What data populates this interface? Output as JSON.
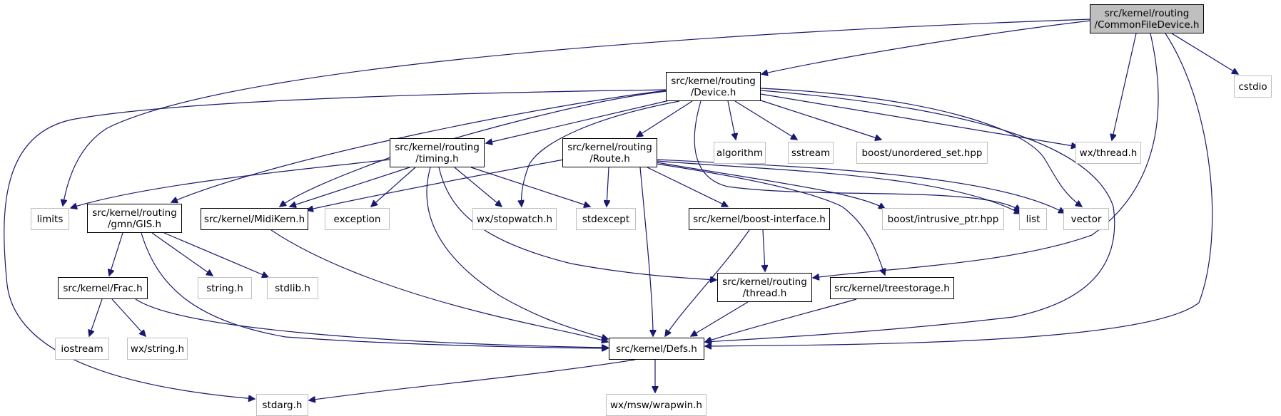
{
  "graph": {
    "edge_color": "#191970",
    "nodes": [
      {
        "id": "common",
        "label": "src/kernel/routing\n/CommonFileDevice.h",
        "kind": "current"
      },
      {
        "id": "device",
        "label": "src/kernel/routing\n/Device.h",
        "kind": "project"
      },
      {
        "id": "cstdio",
        "label": "cstdio",
        "kind": "external"
      },
      {
        "id": "timing",
        "label": "src/kernel/routing\n/timing.h",
        "kind": "project"
      },
      {
        "id": "route",
        "label": "src/kernel/routing\n/Route.h",
        "kind": "project"
      },
      {
        "id": "algorithm",
        "label": "algorithm",
        "kind": "external"
      },
      {
        "id": "sstream",
        "label": "sstream",
        "kind": "external"
      },
      {
        "id": "unordered",
        "label": "boost/unordered_set.hpp",
        "kind": "external"
      },
      {
        "id": "wxthread",
        "label": "wx/thread.h",
        "kind": "external"
      },
      {
        "id": "limits",
        "label": "limits",
        "kind": "external"
      },
      {
        "id": "gis",
        "label": "src/kernel/routing\n/gmn/GIS.h",
        "kind": "project"
      },
      {
        "id": "midikern",
        "label": "src/kernel/MidiKern.h",
        "kind": "project"
      },
      {
        "id": "exception",
        "label": "exception",
        "kind": "external"
      },
      {
        "id": "stopwatch",
        "label": "wx/stopwatch.h",
        "kind": "external"
      },
      {
        "id": "stdexcept",
        "label": "stdexcept",
        "kind": "external"
      },
      {
        "id": "boostif",
        "label": "src/kernel/boost-interface.h",
        "kind": "project"
      },
      {
        "id": "intrusive",
        "label": "boost/intrusive_ptr.hpp",
        "kind": "external"
      },
      {
        "id": "list",
        "label": "list",
        "kind": "external"
      },
      {
        "id": "vector",
        "label": "vector",
        "kind": "external"
      },
      {
        "id": "frac",
        "label": "src/kernel/Frac.h",
        "kind": "project"
      },
      {
        "id": "stringh",
        "label": "string.h",
        "kind": "external"
      },
      {
        "id": "stdlib",
        "label": "stdlib.h",
        "kind": "external"
      },
      {
        "id": "rthread",
        "label": "src/kernel/routing\n/thread.h",
        "kind": "project"
      },
      {
        "id": "treestorage",
        "label": "src/kernel/treestorage.h",
        "kind": "project"
      },
      {
        "id": "iostream",
        "label": "iostream",
        "kind": "external"
      },
      {
        "id": "wxstring",
        "label": "wx/string.h",
        "kind": "external"
      },
      {
        "id": "defs",
        "label": "src/kernel/Defs.h",
        "kind": "project"
      },
      {
        "id": "stdarg",
        "label": "stdarg.h",
        "kind": "external"
      },
      {
        "id": "wrapwin",
        "label": "wx/msw/wrapwin.h",
        "kind": "external"
      }
    ],
    "edges": [
      [
        "common",
        "device"
      ],
      [
        "common",
        "limits"
      ],
      [
        "common",
        "cstdio"
      ],
      [
        "common",
        "wxthread"
      ],
      [
        "common",
        "rthread"
      ],
      [
        "common",
        "defs"
      ],
      [
        "device",
        "timing"
      ],
      [
        "device",
        "route"
      ],
      [
        "device",
        "algorithm"
      ],
      [
        "device",
        "sstream"
      ],
      [
        "device",
        "unordered"
      ],
      [
        "device",
        "wxthread"
      ],
      [
        "device",
        "gis"
      ],
      [
        "device",
        "midikern"
      ],
      [
        "device",
        "stopwatch"
      ],
      [
        "device",
        "list"
      ],
      [
        "device",
        "vector"
      ],
      [
        "device",
        "defs"
      ],
      [
        "device",
        "stdarg"
      ],
      [
        "timing",
        "limits"
      ],
      [
        "timing",
        "midikern"
      ],
      [
        "timing",
        "exception"
      ],
      [
        "timing",
        "stopwatch"
      ],
      [
        "timing",
        "stdexcept"
      ],
      [
        "timing",
        "rthread"
      ],
      [
        "timing",
        "defs"
      ],
      [
        "route",
        "midikern"
      ],
      [
        "route",
        "stdexcept"
      ],
      [
        "route",
        "boostif"
      ],
      [
        "route",
        "intrusive"
      ],
      [
        "route",
        "list"
      ],
      [
        "route",
        "vector"
      ],
      [
        "route",
        "treestorage"
      ],
      [
        "route",
        "defs"
      ],
      [
        "gis",
        "frac"
      ],
      [
        "gis",
        "stringh"
      ],
      [
        "gis",
        "stdlib"
      ],
      [
        "gis",
        "defs"
      ],
      [
        "midikern",
        "defs"
      ],
      [
        "boostif",
        "rthread"
      ],
      [
        "boostif",
        "defs"
      ],
      [
        "rthread",
        "defs"
      ],
      [
        "treestorage",
        "defs"
      ],
      [
        "frac",
        "iostream"
      ],
      [
        "frac",
        "wxstring"
      ],
      [
        "frac",
        "defs"
      ],
      [
        "defs",
        "stdarg"
      ],
      [
        "defs",
        "wrapwin"
      ]
    ]
  }
}
